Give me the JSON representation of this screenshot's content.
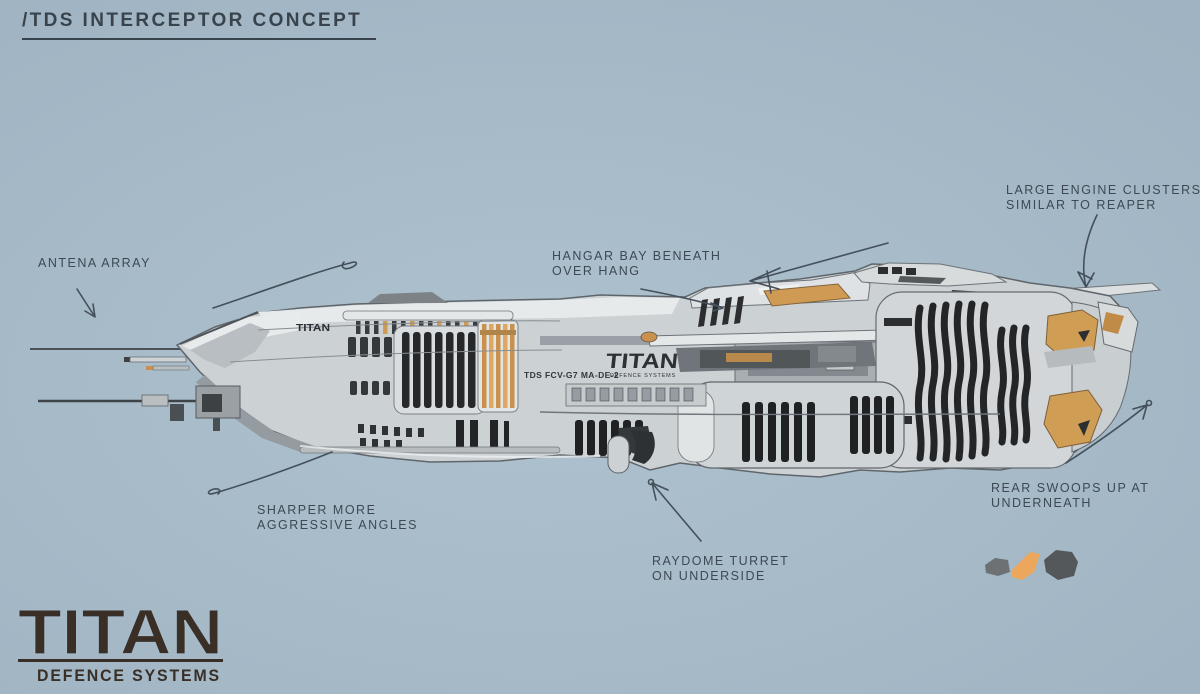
{
  "title": "/TDS INTERCEPTOR CONCEPT",
  "colors": {
    "background": "#a6bac8",
    "ink": "#3d4954",
    "hull_light": "#e7eaeb",
    "hull_base": "#ccd1d4",
    "vent_dark": "#26282a",
    "accent_orange": "#cf9a54",
    "logo_dark": "#392f27"
  },
  "annotations": {
    "antenna_array": {
      "line1": "ANTENA ARRAY"
    },
    "hangar_bay": {
      "line1": "HANGAR BAY BENEATH",
      "line2": "OVER HANG"
    },
    "engine_clusters": {
      "line1": "LARGE ENGINE CLUSTERS",
      "line2": "SIMILAR TO REAPER"
    },
    "sharper_angles": {
      "line1": "SHARPER MORE",
      "line2": "AGGRESSIVE ANGLES"
    },
    "raydome_turret": {
      "line1": "RAYDOME TURRET",
      "line2": "ON UNDERSIDE"
    },
    "rear_swoops": {
      "line1": "REAR SWOOPS UP AT",
      "line2": "UNDERNEATH"
    }
  },
  "hull_markings": {
    "brand": "TITAN",
    "brand_sub": "DEFENCE SYSTEMS",
    "serial": "TDS FCV-G7 MA-DE-2",
    "nose_brand": "TITAN"
  },
  "logo": {
    "wordmark": "TITAN",
    "subtitle": "DEFENCE SYSTEMS"
  }
}
